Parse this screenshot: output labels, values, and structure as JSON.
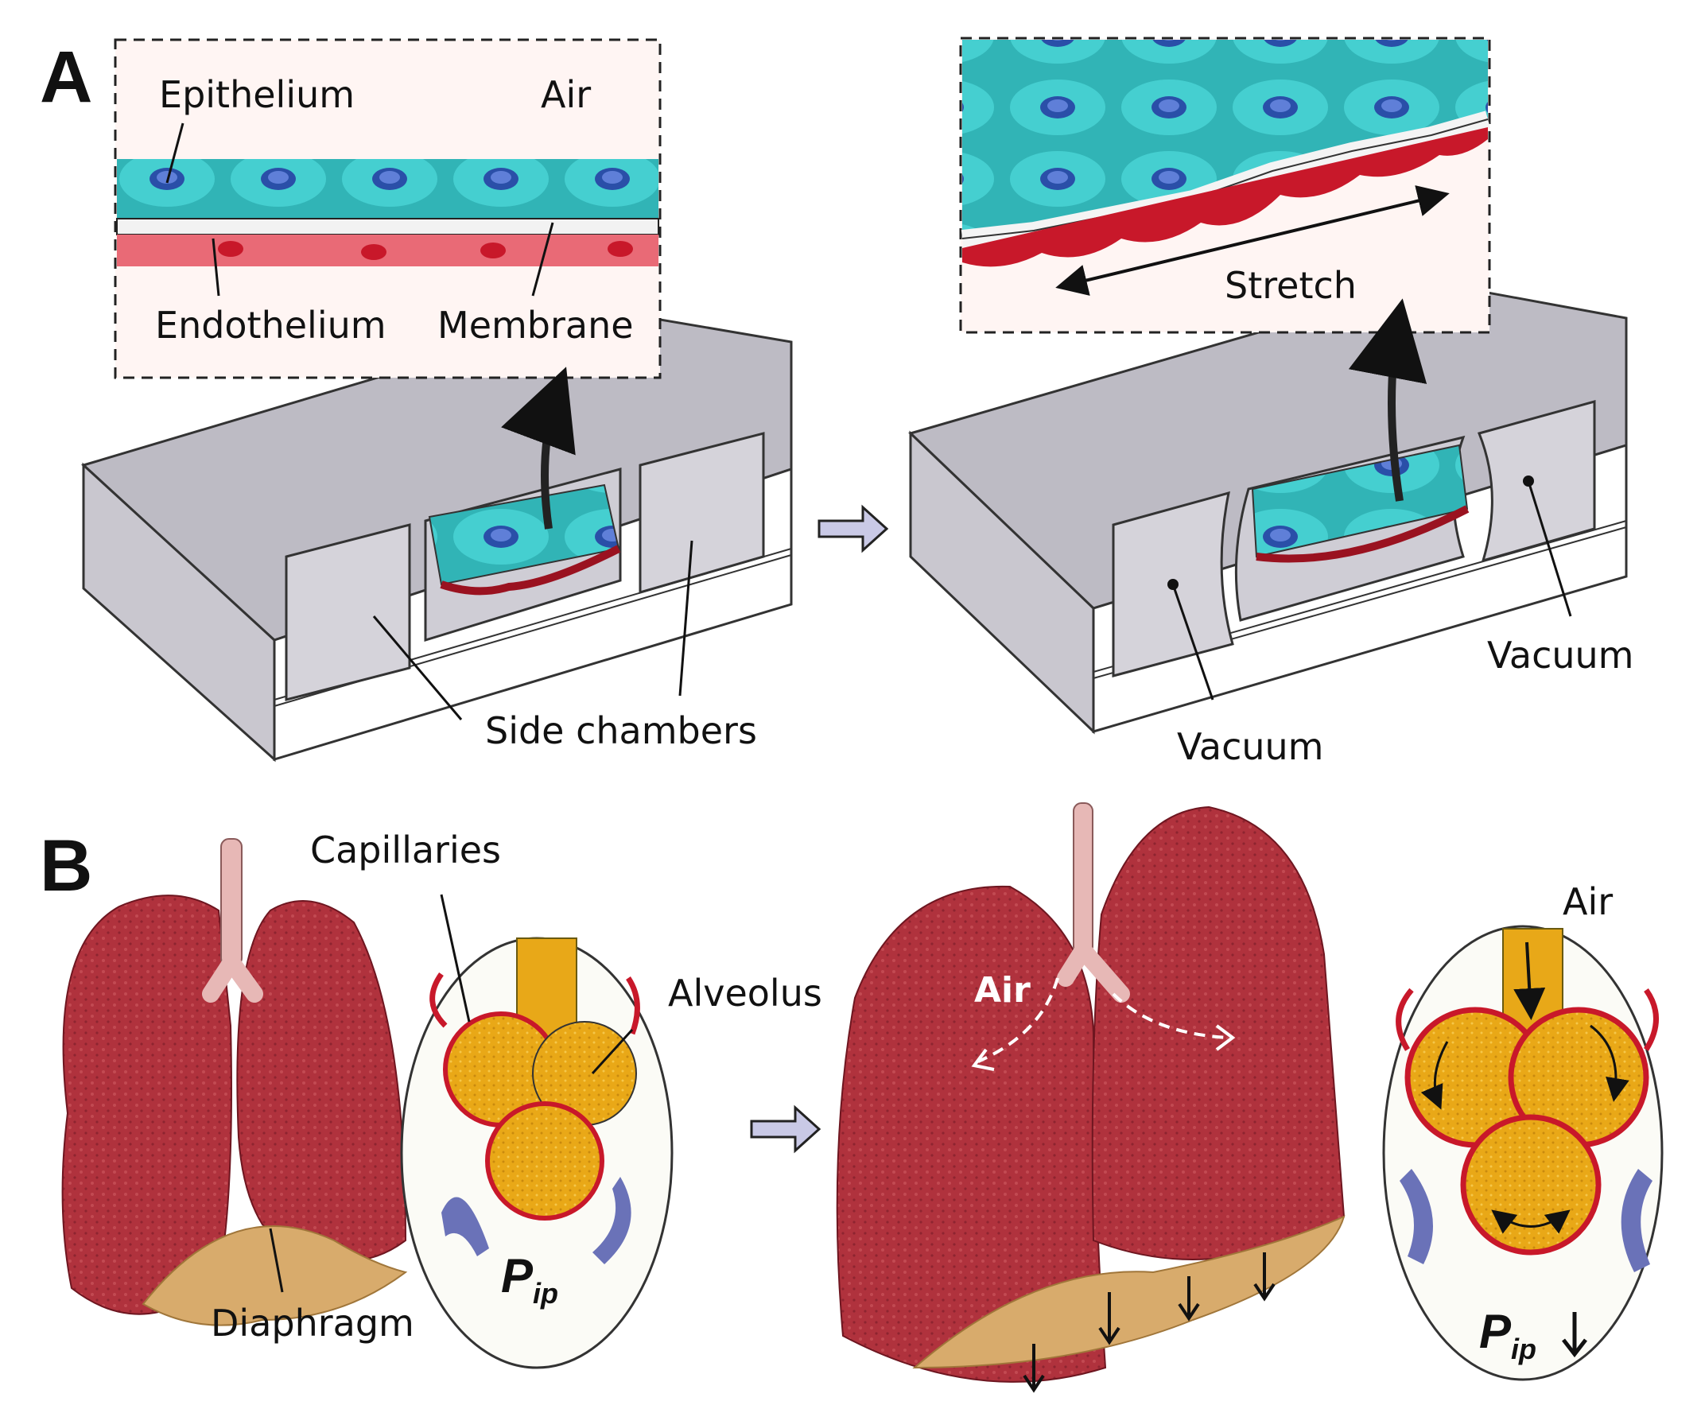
{
  "panels": {
    "a": "A",
    "b": "B"
  },
  "panel_a": {
    "inset_left": {
      "epithelium": "Epithelium",
      "air": "Air",
      "endothelium": "Endothelium",
      "membrane": "Membrane"
    },
    "inset_right": {
      "stretch": "Stretch"
    },
    "side_chambers": "Side chambers",
    "vacuum_right": "Vacuum",
    "vacuum_bottom": "Vacuum"
  },
  "panel_b": {
    "capillaries": "Capillaries",
    "alveolus": "Alveolus",
    "diaphragm": "Diaphragm",
    "air_lungs": "Air",
    "air_alveolus": "Air",
    "pip_main": "P",
    "pip_sub": "ip"
  },
  "colors": {
    "epithelium": "#2fb8b8",
    "endothelium": "#c8182a",
    "lung": "#b2323c",
    "alveolus": "#e8a818",
    "pleura_band": "#6a72b8",
    "device": "#d8d6dd"
  }
}
